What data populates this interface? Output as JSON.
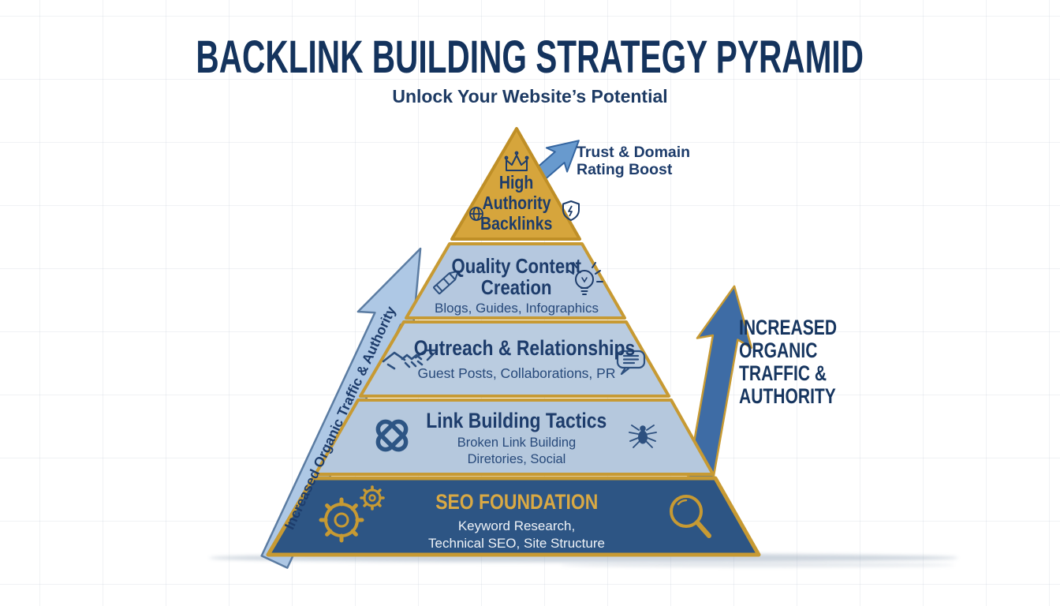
{
  "header": {
    "title": "BACKLINK BUILDING STRATEGY PYRAMID",
    "subtitle": "Unlock Your Website’s Potential"
  },
  "pyramid": {
    "levels": [
      {
        "name": "high-authority-backlinks",
        "line1": "High",
        "line2": "Authority",
        "line3": "Backlinks",
        "fill": "#d6a53c",
        "icons": [
          "crown-icon",
          "globe-icon",
          "shield-icon"
        ]
      },
      {
        "name": "quality-content-creation",
        "title1": "Quality Content",
        "title2": "Creation",
        "subtitle": "Blogs, Guides, Infographics",
        "fill": "#b5c8df",
        "icons": [
          "pencil-icon",
          "lightbulb-icon"
        ]
      },
      {
        "name": "outreach-relationships",
        "title": "Outreach & Relationships",
        "subtitle": "Guest Posts, Collaborations, PR",
        "fill": "#bacce0",
        "icons": [
          "handshake-icon",
          "chat-icon"
        ]
      },
      {
        "name": "link-building-tactics",
        "title": "Link Building Tactics",
        "subtitle1": "Broken Link Building",
        "subtitle2": "Diretories, Social",
        "fill": "#b5c8dd",
        "icons": [
          "chain-links-icon",
          "spider-icon"
        ]
      },
      {
        "name": "seo-foundation",
        "title": "SEO FOUNDATION",
        "subtitle1": "Keyword Research,",
        "subtitle2": "Technical SEO, Site Structure",
        "fill": "#2d5584",
        "title_color": "#d9a944",
        "icons": [
          "gears-icon",
          "magnifier-icon"
        ]
      }
    ]
  },
  "annotations": {
    "trust": {
      "line1": "Trust & Domain",
      "line2": "Rating Boost"
    },
    "left_arrow_label": "Increased Organic Traffic & Authority",
    "right_label": {
      "line1": "INCREASED",
      "line2": "ORGANIC",
      "line3": "TRAFFIC &",
      "line4": "AUTHORITY"
    }
  },
  "colors": {
    "title_navy": "#14335d",
    "text_navy": "#1d3c6b",
    "gold": "#c79a33",
    "gold_cap": "#d6a53c",
    "light_blue_level": "#b5c8df",
    "dark_navy_level": "#2d5584",
    "left_arrow_fill": "#abc6e4",
    "right_arrow_fill": "#3e6ca5",
    "small_arrow_fill": "#689ace"
  }
}
